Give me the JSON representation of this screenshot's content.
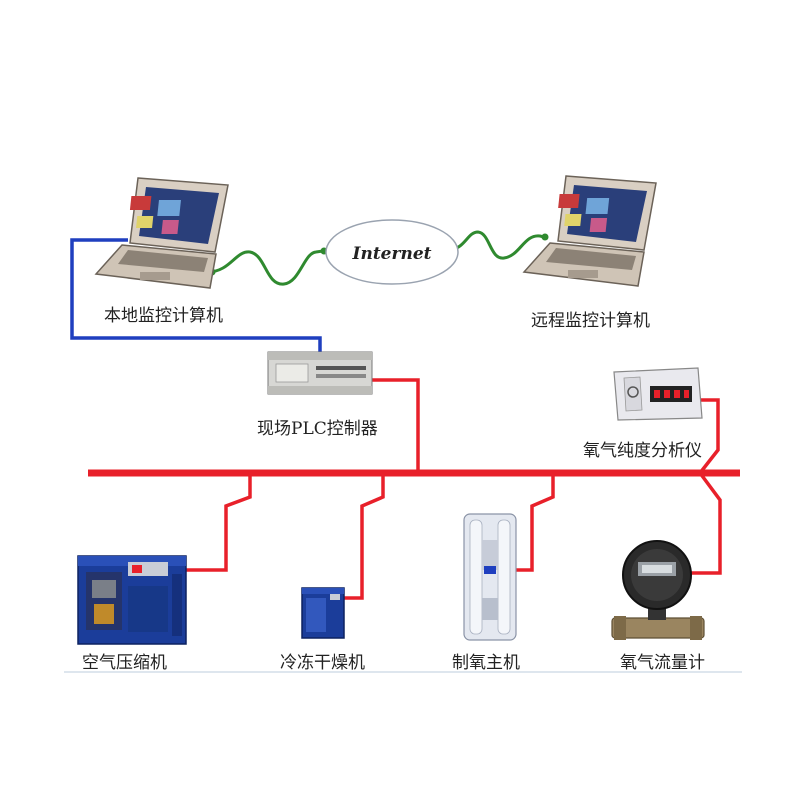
{
  "nodes": {
    "local_pc": "本地监控计算机",
    "remote_pc": "远程监控计算机",
    "internet": "Internet",
    "plc": "现场PLC控制器",
    "oxygen_analyzer": "氧气纯度分析仪",
    "air_compressor": "空气压缩机",
    "refrigerated_dryer": "冷冻干燥机",
    "oxygen_generator": "制氧主机",
    "oxygen_flowmeter": "氧气流量计"
  },
  "colors": {
    "bus_red": "#e8202a",
    "link_blue": "#1f3fbf",
    "link_green": "#2f8a2f",
    "laptop_body": "#d9cfc3",
    "screen": "#2a3f7a",
    "equipment_blue": "#1b3d9a"
  }
}
